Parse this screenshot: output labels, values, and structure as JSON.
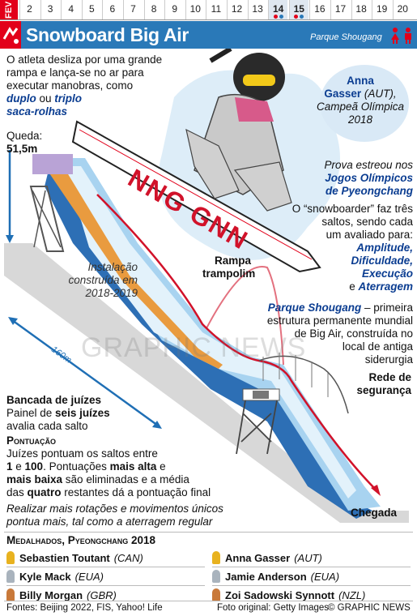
{
  "datebar": {
    "month": "FEV",
    "days": [
      "2",
      "3",
      "4",
      "5",
      "6",
      "7",
      "8",
      "9",
      "10",
      "11",
      "12",
      "13",
      "14",
      "15",
      "16",
      "17",
      "18",
      "19",
      "20"
    ],
    "highlight": [
      "14",
      "15"
    ],
    "colors": {
      "gold": "#e8b21f",
      "red": "#e2001a",
      "blue": "#2a79b8"
    }
  },
  "header": {
    "title": "Snowboard Big Air",
    "venue": "Parque Shougang"
  },
  "intro": {
    "line1": "O atleta desliza por uma grande",
    "line2": "rampa e lança-se no ar para",
    "line3": "executar manobras, como",
    "bold1": "duplo",
    "or": " ou ",
    "bold2": "triplo",
    "bold3": "saca-rolhas"
  },
  "drop": {
    "label": "Queda:",
    "value": "51,5m"
  },
  "champion": {
    "name": "Anna",
    "name2": "Gasser",
    "country": "(AUT),",
    "title": "Campeã Olímpica",
    "year": "2018"
  },
  "debut": {
    "line1": "Prova estreou nos",
    "line2": "Jogos Olímpicos",
    "line3": "de Pyeongchang"
  },
  "jumps": {
    "line1": "O “snowboarder” faz três",
    "line2": "saltos, sendo cada",
    "line3": "um avaliado para:",
    "c1": "Amplitude,",
    "c2": "Dificuldade,",
    "c3": "Execução",
    "and": "e",
    "c4": "Aterragem"
  },
  "install": {
    "line1": "Instalação",
    "line2": "construída em",
    "line3": "2018-2019"
  },
  "ramp": {
    "line1": "Rampa",
    "line2": "trampolim"
  },
  "shougang": {
    "bold": "Parque Shougang",
    "rest1": " – primeira",
    "line2": "estrutura permanente mundial",
    "line3": "de Big Air, construída no",
    "line4": "local de antiga",
    "line5": "siderurgia"
  },
  "length": "160m",
  "net": {
    "line1": "Rede de",
    "line2": "segurança"
  },
  "board_text": "NNG GNN",
  "watermark": "GRAPHIC NEWS",
  "judges": {
    "title": "Bancada de juízes",
    "l2a": "Painel de ",
    "l2b": "seis juízes",
    "l3": "avalia cada salto"
  },
  "scoring": {
    "title": "Pontuação",
    "l1": "Juízes pontuam os saltos entre",
    "n1": "1",
    "and": " e ",
    "n2": "100",
    "l2rest": ". Pontuações ",
    "hi": "mais alta",
    "e": " e",
    "lo": "mais baixa",
    "l3rest": " são eliminadas e a média",
    "l4a": "das ",
    "four": "quatro",
    "l4b": " restantes dá a pontuação final"
  },
  "tip": {
    "line1": "Realizar mais rotações e movimentos únicos",
    "line2": "pontua mais, tal como a aterragem regular"
  },
  "finish": "Chegada",
  "medalists": {
    "title": "Medalhados, Pyeongchang 2018",
    "men": [
      {
        "name": "Sebastien Toutant",
        "country": "(CAN)",
        "medal": "#e8b21f"
      },
      {
        "name": "Kyle Mack",
        "country": "(EUA)",
        "medal": "#a9b3bd"
      },
      {
        "name": "Billy Morgan",
        "country": "(GBR)",
        "medal": "#c9793a"
      }
    ],
    "women": [
      {
        "name": "Anna Gasser",
        "country": "(AUT)",
        "medal": "#e8b21f"
      },
      {
        "name": "Jamie Anderson",
        "country": "(EUA)",
        "medal": "#a9b3bd"
      },
      {
        "name": "Zoi Sadowski Synnott",
        "country": "(NZL)",
        "medal": "#c9793a"
      }
    ]
  },
  "footer": {
    "sources": "Fontes: Beijing 2022, FIS, Yahoo! Life",
    "photo": "Foto original: Getty Images",
    "credit": "© GRAPHIC NEWS"
  }
}
